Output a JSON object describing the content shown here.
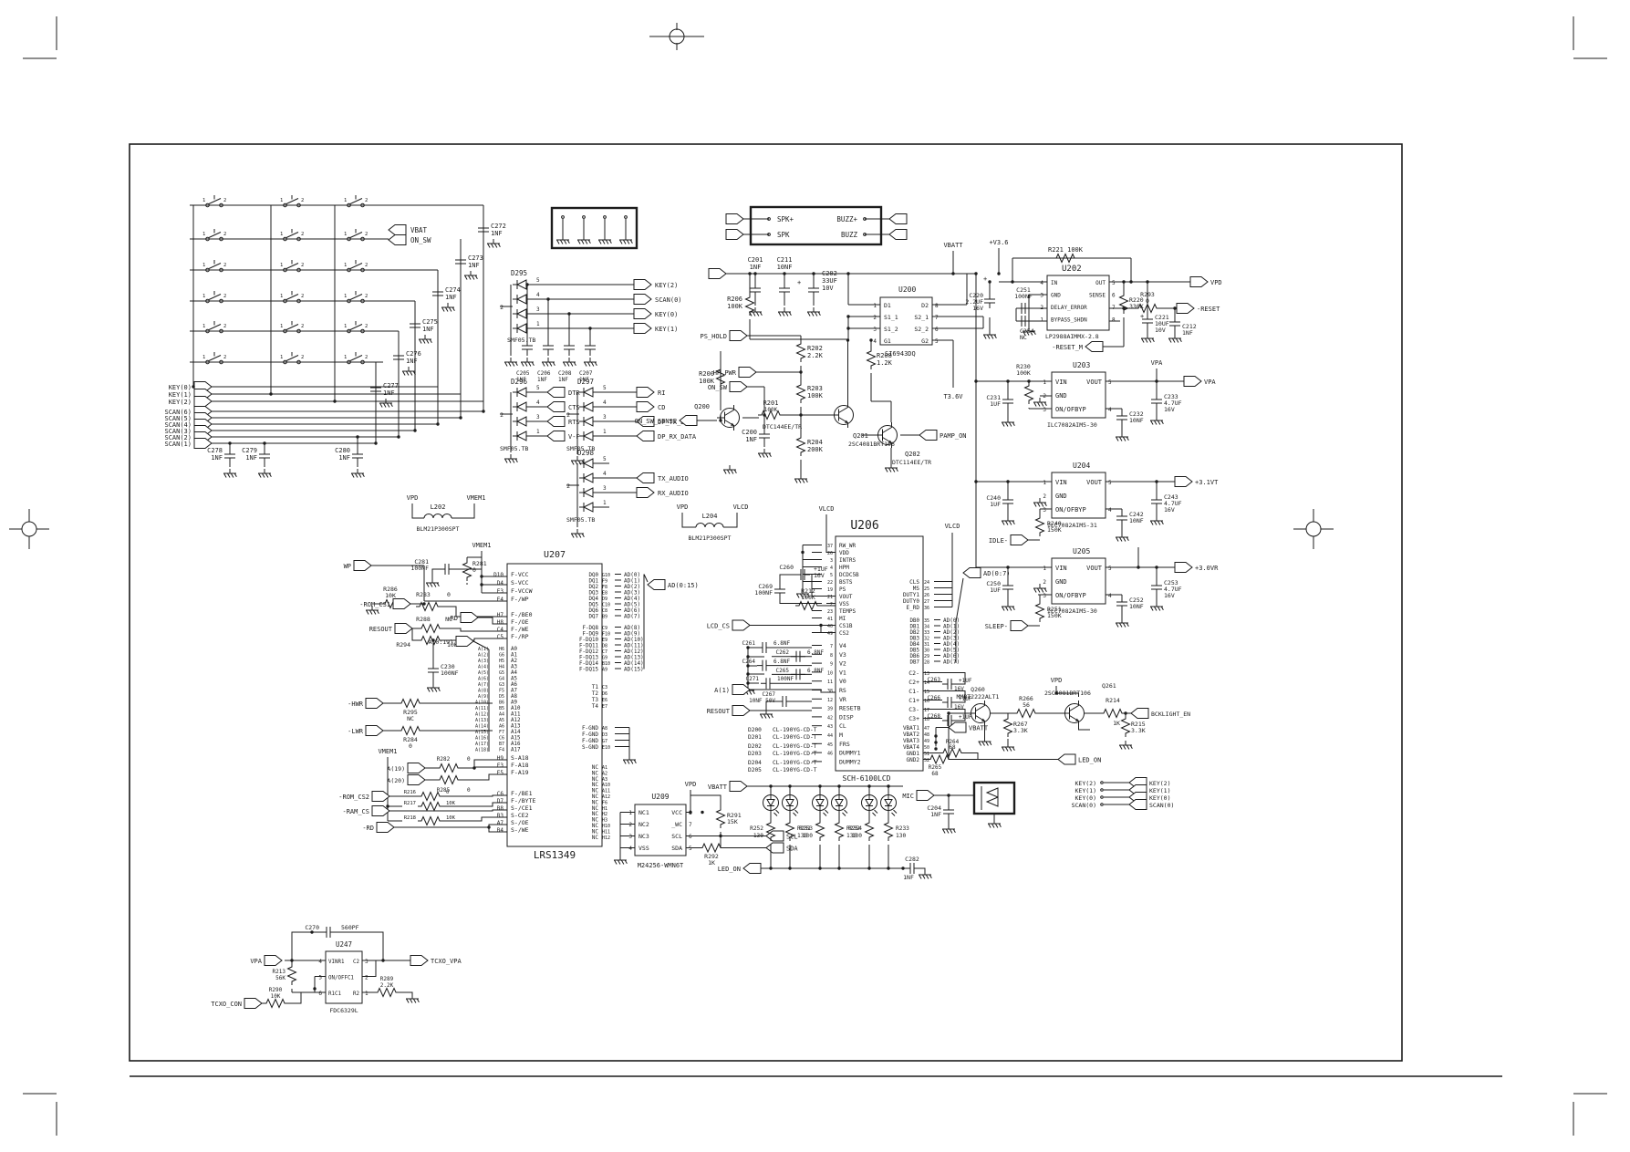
{
  "v": {
    "nf1": "1NF",
    "p1": "1",
    "p2": "2",
    "p3": "3",
    "p4": "4",
    "p5": "5"
  },
  "keypad": {
    "cap_refs": [
      "C272",
      "C273",
      "C274",
      "C275",
      "C276",
      "C277"
    ],
    "cap_vals": [
      "1NF",
      "1NF",
      "1NF",
      "1NF",
      "1NF",
      "1NF"
    ],
    "bot_refs": [
      "C278",
      "C279",
      "C280"
    ],
    "bot_vals": [
      "1NF",
      "1NF",
      "1NF"
    ],
    "vbat": "VBAT",
    "on_sw": "ON_SW",
    "keys": [
      "KEY(0)",
      "KEY(1)",
      "KEY(2)"
    ],
    "scans": [
      "SCAN(6)",
      "SCAN(5)",
      "SCAN(4)",
      "SCAN(3)",
      "SCAN(2)",
      "SCAN(1)"
    ]
  },
  "arrays": {
    "d295": {
      "ref": "D295",
      "part": "SMF05.TB",
      "com": "2",
      "pins": [
        "5",
        "4",
        "3",
        "1"
      ],
      "outs": [
        "KEY(2)",
        "SCAN(0)",
        "KEY(0)",
        "KEY(1)"
      ],
      "cap_refs": [
        "C205",
        "C206",
        "C208",
        "C207"
      ],
      "cap_vals": [
        "1NF",
        "1NF",
        "1NF",
        "1NF"
      ]
    },
    "d296": {
      "ref": "D296",
      "part": "SMF05.TB",
      "com": "2",
      "pins": [
        "5",
        "4",
        "3",
        "1"
      ],
      "outs": [
        "DTR",
        "CTS",
        "RTS",
        "V-F"
      ]
    },
    "d297": {
      "ref": "D297",
      "part": "SMF05.TB",
      "com": "2",
      "pins": [
        "5",
        "4",
        "3",
        "1"
      ],
      "outs": [
        "RI",
        "CD",
        "DP_TX_DATA",
        "DP_RX_DATA"
      ]
    },
    "d298": {
      "ref": "D298",
      "part": "SMF05.TB",
      "com": "2",
      "pins": [
        "5",
        "4",
        "3",
        "1"
      ],
      "outs": [
        "TX_AUDIO",
        "RX_AUDIO"
      ]
    }
  },
  "spk": {
    "left": [
      "SPK+",
      "SPK"
    ],
    "right": [
      "BUZZ+",
      "BUZZ"
    ]
  },
  "pwr": {
    "c201": "C201",
    "c201v": "1NF",
    "c211": "C211",
    "c211v": "10NF",
    "c202": "C202",
    "c202v": "33UF",
    "c202v2": "10V",
    "ps_hold": "PS_HOLD",
    "hp_pwr": "HP_PWR",
    "on_sw": "ON_SW",
    "on_sw_sense": "ON_SW_SENSE",
    "r200": "R200",
    "r200v": "100K",
    "r201": "R201",
    "r201v": "100K",
    "r202": "R202",
    "r202v": "2.2K",
    "r203": "R203",
    "r203v": "100K",
    "r204": "R204",
    "r204v": "200K",
    "c200": "C200",
    "c200v": "1NF",
    "q200": "Q200",
    "q200p": "DTC144EE/TR",
    "q201": "Q201",
    "q201p": "2SC4081BRT106",
    "q202": "Q202",
    "q202p": "DTC114EE/TR",
    "pamp": "PAMP_ON",
    "r206": "R206",
    "r206v": "100K",
    "r208": "R208",
    "r208v": "1.2K",
    "vbatt": "VBATT",
    "v36": "+V3.6",
    "t36": "T3.6V"
  },
  "u200": {
    "ref": "U200",
    "part": "SI6943DQ",
    "pl": [
      {
        "n": "D1",
        "c": "1"
      },
      {
        "n": "S1_1",
        "c": "2"
      },
      {
        "n": "S1_2",
        "c": "3"
      },
      {
        "n": "G1",
        "c": "4"
      }
    ],
    "pr": [
      {
        "n": "D2",
        "c": "8"
      },
      {
        "n": "S2_1",
        "c": "7"
      },
      {
        "n": "S2_2",
        "c": "6"
      },
      {
        "n": "G2",
        "c": "5"
      }
    ]
  },
  "u202": {
    "ref": "U202",
    "part": "LP2988AIMMX-2.8",
    "pl": [
      {
        "n": "IN",
        "c": "4"
      },
      {
        "n": "GND",
        "c": "3"
      },
      {
        "n": "DELAY_ERROR",
        "c": "2"
      },
      {
        "n": "BYPASS_SHDN",
        "c": "1"
      }
    ],
    "pr": [
      {
        "n": "OUT",
        "c": "5"
      },
      {
        "n": "SENSE",
        "c": "6"
      },
      {
        "n": "",
        "c": "7"
      },
      {
        "n": "",
        "c": "8"
      }
    ],
    "r221": "R221 100K",
    "c251": "C251",
    "c251v": "100NF",
    "c220": "C220",
    "c220v": "2.2UF",
    "c220v2": "16V",
    "c254": "C254",
    "c254v": "NC",
    "r220": "R220",
    "r220v": "330K",
    "r293": "R293",
    "r293v": "0",
    "c221": "C221",
    "c221v": "10UF",
    "c221v2": "10V",
    "c212": "C212",
    "c212v": "1NF",
    "vpd": "VPD",
    "reset": "-RESET",
    "reset_m": "-RESET_M"
  },
  "regs": {
    "pinsl": [
      {
        "n": "VIN",
        "c": "1"
      },
      {
        "n": "GND",
        "c": "2"
      },
      {
        "n": "ON/OFBYP",
        "c": "3"
      }
    ],
    "pinsr": [
      {
        "n": "VOUT",
        "c": "5"
      },
      {
        "n": "",
        "c": "4"
      }
    ],
    "u203": {
      "ref": "U203",
      "part": "ILC7082AIM5-30",
      "r": "R230",
      "rv": "100K",
      "cin": "C231",
      "cinv": "1UF",
      "cb": "C232",
      "cbv": "10NF",
      "co": "C233",
      "cov": "4.7UF",
      "cov2": "16V",
      "out": "VPA",
      "top": "VPA"
    },
    "u204": {
      "ref": "U204",
      "part": "ILC7082AIM5-31",
      "r": "R240",
      "rv": "150K",
      "cin": "C240",
      "cinv": "1UF",
      "cb": "C242",
      "cbv": "10NF",
      "co": "C243",
      "cov": "4.7UF",
      "cov2": "16V",
      "out": "+3.1VT",
      "en": "IDLE-"
    },
    "u205": {
      "ref": "U205",
      "part": "ILC7082AIM5-30",
      "r": "R251",
      "rv": "150K",
      "cin": "C250",
      "cinv": "1UF",
      "cb": "C252",
      "cbv": "10NF",
      "co": "C253",
      "cov": "4.7UF",
      "cov2": "16V",
      "out": "+3.0VR",
      "en": "SLEEP-"
    }
  },
  "l202": {
    "ref": "L202",
    "part": "BLM21P300SPT",
    "a": "VPD",
    "b": "VMEM1"
  },
  "l204": {
    "ref": "L204",
    "part": "BLM21P300SPT",
    "a": "VPD",
    "b": "VLCD"
  },
  "u207": {
    "ref": "U207",
    "part": "LRS1349",
    "pl1": [
      {
        "n": "F-VCC",
        "c": "D10"
      },
      {
        "n": "S-VCC",
        "c": "D4"
      },
      {
        "n": "F-VCCW",
        "c": "E3"
      },
      {
        "n": "F-/WP",
        "c": "E4"
      }
    ],
    "pl2": [
      {
        "n": "F-/BE0",
        "c": "H7"
      },
      {
        "n": "F-/OE",
        "c": "H8"
      },
      {
        "n": "F-/WE",
        "c": "C4"
      },
      {
        "n": "F-/RP",
        "c": "C5"
      }
    ],
    "addr": [
      {
        "n": "A0",
        "c": "H6",
        "t": "A(1)"
      },
      {
        "n": "A1",
        "c": "G6",
        "t": "A(2)"
      },
      {
        "n": "A2",
        "c": "H5",
        "t": "A(3)"
      },
      {
        "n": "A3",
        "c": "H4",
        "t": "A(4)"
      },
      {
        "n": "A4",
        "c": "G5",
        "t": "A(5)"
      },
      {
        "n": "A5",
        "c": "G4",
        "t": "A(6)"
      },
      {
        "n": "A6",
        "c": "G3",
        "t": "A(7)"
      },
      {
        "n": "A7",
        "c": "F5",
        "t": "A(8)"
      },
      {
        "n": "A8",
        "c": "D5",
        "t": "A(9)"
      },
      {
        "n": "A9",
        "c": "B6",
        "t": "A(10)"
      },
      {
        "n": "A10",
        "c": "B5",
        "t": "A(11)"
      },
      {
        "n": "A11",
        "c": "A4",
        "t": "A(12)"
      },
      {
        "n": "A12",
        "c": "A5",
        "t": "A(13)"
      },
      {
        "n": "A13",
        "c": "A6",
        "t": "A(14)"
      },
      {
        "n": "A14",
        "c": "F7",
        "t": "A(15)"
      },
      {
        "n": "A15",
        "c": "C6",
        "t": "A(16)"
      },
      {
        "n": "A16",
        "c": "B7",
        "t": "A(17)"
      },
      {
        "n": "A17",
        "c": "F4",
        "t": "A(18)"
      }
    ],
    "pl3": [
      {
        "n": "S-A18",
        "c": "H9"
      },
      {
        "n": "F-A18",
        "c": "F3"
      },
      {
        "n": "F-A19",
        "c": "E5"
      }
    ],
    "pl4": [
      {
        "n": "F-/BE1",
        "c": "C6"
      },
      {
        "n": "F-/BYTE",
        "c": "D7"
      },
      {
        "n": "S-/CE1",
        "c": "B8"
      },
      {
        "n": "S-CE2",
        "c": "B3"
      },
      {
        "n": "S-/OE",
        "c": "A7"
      },
      {
        "n": "S-/WE",
        "c": "B4"
      }
    ],
    "dq": [
      {
        "n": "DQ0",
        "c": "G10",
        "t": "AD(0)"
      },
      {
        "n": "DQ1",
        "c": "F9",
        "t": "AD(1)"
      },
      {
        "n": "DQ2",
        "c": "F8",
        "t": "AD(2)"
      },
      {
        "n": "DQ3",
        "c": "E8",
        "t": "AD(3)"
      },
      {
        "n": "DQ4",
        "c": "D9",
        "t": "AD(4)"
      },
      {
        "n": "DQ5",
        "c": "C10",
        "t": "AD(5)"
      },
      {
        "n": "DQ6",
        "c": "C8",
        "t": "AD(6)"
      },
      {
        "n": "DQ7",
        "c": "B9",
        "t": "AD(7)"
      }
    ],
    "fdq": [
      {
        "n": "F-DQ8",
        "c": "C9",
        "t": "AD(8)"
      },
      {
        "n": "F-DQ9",
        "c": "F10",
        "t": "AD(9)"
      },
      {
        "n": "F-DQ10",
        "c": "E9",
        "t": "AD(10)"
      },
      {
        "n": "F-DQ11",
        "c": "D8",
        "t": "AD(11)"
      },
      {
        "n": "F-DQ12",
        "c": "C7",
        "t": "AD(12)"
      },
      {
        "n": "F-DQ13",
        "c": "G9",
        "t": "AD(13)"
      },
      {
        "n": "F-DQ14",
        "c": "B10",
        "t": "AD(14)"
      },
      {
        "n": "F-DQ15",
        "c": "A9",
        "t": "AD(15)"
      }
    ],
    "tpins": [
      {
        "n": "T1",
        "c": "C3"
      },
      {
        "n": "T2",
        "c": "D6"
      },
      {
        "n": "T3",
        "c": "E6"
      },
      {
        "n": "T4",
        "c": "E7"
      }
    ],
    "gnds": [
      {
        "n": "F-GND",
        "c": "A8"
      },
      {
        "n": "F-GND",
        "c": "D3"
      },
      {
        "n": "F-GND",
        "c": "G7"
      },
      {
        "n": "S-GND",
        "c": "E10"
      }
    ],
    "ncs": [
      {
        "n": "NC",
        "c": "A1"
      },
      {
        "n": "NC",
        "c": "A2"
      },
      {
        "n": "NC",
        "c": "A3"
      },
      {
        "n": "NC",
        "c": "A10"
      },
      {
        "n": "NC",
        "c": "A11"
      },
      {
        "n": "NC",
        "c": "A12"
      },
      {
        "n": "NC",
        "c": "F6"
      },
      {
        "n": "NC",
        "c": "H1"
      },
      {
        "n": "NC",
        "c": "H2"
      },
      {
        "n": "NC",
        "c": "H3"
      },
      {
        "n": "NC",
        "c": "H10"
      },
      {
        "n": "NC",
        "c": "H11"
      },
      {
        "n": "NC",
        "c": "H12"
      }
    ],
    "ad015": "AD(0:15)",
    "a019": "A(0:19)",
    "wp": "WP",
    "r286": "R286",
    "r286v": "10K",
    "c281": "C281",
    "c281v": "100NF",
    "r281": "R281",
    "r281v": "0",
    "r283": "R283",
    "r283v": "0",
    "romcs1": "-ROM_CS1",
    "rd": "-RD",
    "resout": "RESOUT",
    "r288": "R288",
    "r288v": "NC",
    "r294": "R294",
    "r294v": "10K",
    "c230": "C230",
    "c230v": "100NF",
    "hwr": "-HWR",
    "r295": "R295",
    "r295v": "NC",
    "lwr": "-LWR",
    "r284": "R284",
    "r284v": "0",
    "vmem1": "VMEM1",
    "a19": "A(19)",
    "a20": "A(20)",
    "r282": "R282",
    "r282v": "0",
    "r285": "R285",
    "r285v": "0",
    "romcs2": "-ROM_CS2",
    "r216": "R216",
    "r216v": "0",
    "r217": "R217",
    "r217v": "10K",
    "ramcs": "-RAM_CS",
    "r218": "R218",
    "r218v": "10K",
    "rd2": "-RD"
  },
  "u206": {
    "ref": "U206",
    "part": "SCH-6100LCD",
    "pl1": [
      {
        "n": "RW_WR",
        "c": "37"
      },
      {
        "n": "VDD",
        "c": "26"
      },
      {
        "n": "INTRS",
        "c": "3"
      },
      {
        "n": "HPM",
        "c": "4"
      },
      {
        "n": "DCDC5B",
        "c": "5"
      },
      {
        "n": "BSTS",
        "c": "22"
      },
      {
        "n": "PS",
        "c": "19"
      },
      {
        "n": "VOUT",
        "c": "21"
      },
      {
        "n": "VSS",
        "c": "2"
      },
      {
        "n": "TEMPS",
        "c": "23"
      },
      {
        "n": "MI",
        "c": "41"
      },
      {
        "n": "CS1B",
        "c": "40"
      },
      {
        "n": "CS2",
        "c": "49"
      }
    ],
    "pl2": [
      {
        "n": "V4",
        "c": "7"
      },
      {
        "n": "V3",
        "c": "8"
      },
      {
        "n": "V2",
        "c": "9"
      },
      {
        "n": "V1",
        "c": "10"
      },
      {
        "n": "V0",
        "c": "11"
      },
      {
        "n": "RS",
        "c": "38"
      },
      {
        "n": "VR",
        "c": "12"
      },
      {
        "n": "RESETB",
        "c": "39"
      },
      {
        "n": "DISP",
        "c": "42"
      },
      {
        "n": "CL",
        "c": "43"
      },
      {
        "n": "M",
        "c": "44"
      },
      {
        "n": "FRS",
        "c": "45"
      },
      {
        "n": "DUMMY1",
        "c": "46"
      },
      {
        "n": "DUMMY2",
        "c": ""
      }
    ],
    "pr1": [
      {
        "n": "CLS",
        "c": "24"
      },
      {
        "n": "MS",
        "c": "25"
      },
      {
        "n": "DUTY1",
        "c": "26"
      },
      {
        "n": "DUTY0",
        "c": "27"
      },
      {
        "n": "E_RD",
        "c": "36"
      }
    ],
    "db": [
      {
        "n": "DB0",
        "c": "35",
        "t": "AD(0)"
      },
      {
        "n": "DB1",
        "c": "34",
        "t": "AD(1)"
      },
      {
        "n": "DB2",
        "c": "33",
        "t": "AD(2)"
      },
      {
        "n": "DB3",
        "c": "32",
        "t": "AD(3)"
      },
      {
        "n": "DB4",
        "c": "31",
        "t": "AD(4)"
      },
      {
        "n": "DB5",
        "c": "30",
        "t": "AD(5)"
      },
      {
        "n": "DB6",
        "c": "29",
        "t": "AD(6)"
      },
      {
        "n": "DB7",
        "c": "28",
        "t": "AD(7)"
      }
    ],
    "pc": [
      {
        "n": "C2-",
        "c": "13"
      },
      {
        "n": "C2+",
        "c": "14"
      },
      {
        "n": "C1-",
        "c": "15"
      },
      {
        "n": "C1+",
        "c": "16"
      },
      {
        "n": "C3-",
        "c": "17"
      },
      {
        "n": "C3+",
        "c": "18"
      }
    ],
    "vb": [
      {
        "n": "VBAT1",
        "c": "47"
      },
      {
        "n": "VBAT2",
        "c": "48"
      },
      {
        "n": "VBAT3",
        "c": "49"
      },
      {
        "n": "VBAT4",
        "c": "50"
      },
      {
        "n": "GND1",
        "c": "51"
      },
      {
        "n": "GND2",
        "c": "52"
      }
    ],
    "ad07": "AD(0:7)",
    "vlcd": "VLCD",
    "lcd_cs": "LCD_CS",
    "a1": "A(1)",
    "resout": "RESOUT",
    "c260": "C260",
    "c260v": "+1UF",
    "c260v2": "16V",
    "c269": "C269",
    "c269v": "100NF",
    "r212": "R212",
    "r212v": "100K",
    "c261": "C261",
    "c262": "C262",
    "c264": "C264",
    "c265": "C265",
    "cnv": "6.8NF",
    "c271": "C271",
    "c271v": "100NF",
    "c267": "C267",
    "c267v": "10NF 50V",
    "c263": "C263",
    "c266": "C266",
    "c268": "C268",
    "cpv": "+1UF",
    "cpv2": "16V",
    "vbatt": "VBATT",
    "r264": "R264",
    "r264v": "68",
    "r265": "R265",
    "r265v": "68",
    "led_on": "LED_ON",
    "drefs": [
      "D200",
      "D201",
      "D202",
      "D203",
      "D204",
      "D205"
    ],
    "dparts": [
      "CL-190YG-CD-T",
      "CL-190YG-CD-T",
      "CL-190YG-CD-T",
      "CL-190YG-CD-T",
      "CL-190YG-CD-T",
      "CL-190YG-CD-T"
    ]
  },
  "u209": {
    "ref": "U209",
    "part": "M24256-WMN6T",
    "pl": [
      {
        "n": "NC1",
        "c": "1"
      },
      {
        "n": "NC2",
        "c": "2"
      },
      {
        "n": "NC3",
        "c": "3"
      },
      {
        "n": "VSS",
        "c": "4"
      }
    ],
    "pr": [
      {
        "n": "VCC",
        "c": "8"
      },
      {
        "n": "_WC",
        "c": "7"
      },
      {
        "n": "SCL",
        "c": "6"
      },
      {
        "n": "SDA",
        "c": "5"
      }
    ],
    "r291": "R291",
    "r291v": "15K",
    "r292": "R292",
    "r292v": "1K",
    "scl": "SCL",
    "sda": "SDA",
    "vpd": "VPD",
    "vbatt": "VBATT"
  },
  "u247": {
    "ref": "U247",
    "part": "FDC6329L",
    "pl": [
      {
        "n": "VINR1",
        "c": "4"
      },
      {
        "n": "ON/OFFC1",
        "c": "5"
      },
      {
        "n": "R1C1",
        "c": "6"
      }
    ],
    "pr": [
      {
        "n": "C2",
        "c": "3"
      },
      {
        "n": "",
        "c": "2"
      },
      {
        "n": "R2",
        "c": "1"
      }
    ],
    "c270": "C270",
    "c270v": "560PF",
    "r213": "R213",
    "r213v": "56K",
    "r290": "R290",
    "r290v": "10K",
    "r289": "R289",
    "r289v": "2.2K",
    "vpa": "VPA",
    "tcxo_vpa": "TCXO_VPA",
    "tcxo_con": "TCXO_CON"
  },
  "bl": {
    "q260": "Q260",
    "q260p": "MMBT2222ALT1",
    "q261": "Q261",
    "q261p": "2SC4081BRT106",
    "r266": "R266",
    "r266v": "56",
    "r214": "R214",
    "r214v": "1K",
    "r215": "R215",
    "r215v": "3.3K",
    "r267": "R267",
    "r267v": "3.3K",
    "bck": "BCKLIGHT_EN",
    "led_on": "LED_ON",
    "vpd": "VPD"
  },
  "leds": {
    "rl": [
      "R252",
      "R253",
      "R254"
    ],
    "rlv": [
      "130",
      "130",
      "130"
    ],
    "rr": [
      "R231",
      "R232",
      "R233"
    ],
    "rrv": [
      "130",
      "130",
      "130"
    ],
    "c282": "C282",
    "c282v": "1NF",
    "vbatt": "VBATT",
    "led_on": "LED_ON"
  },
  "mic": {
    "label": "MIC",
    "c204": "C204",
    "c204v": "1NF"
  },
  "keyconn": {
    "l": [
      "KEY(2)",
      "KEY(1)",
      "KEY(0)",
      "SCAN(0)"
    ],
    "r": [
      "KEY(2)",
      "KEY(1)",
      "KEY(0)",
      "SCAN(0)"
    ]
  }
}
